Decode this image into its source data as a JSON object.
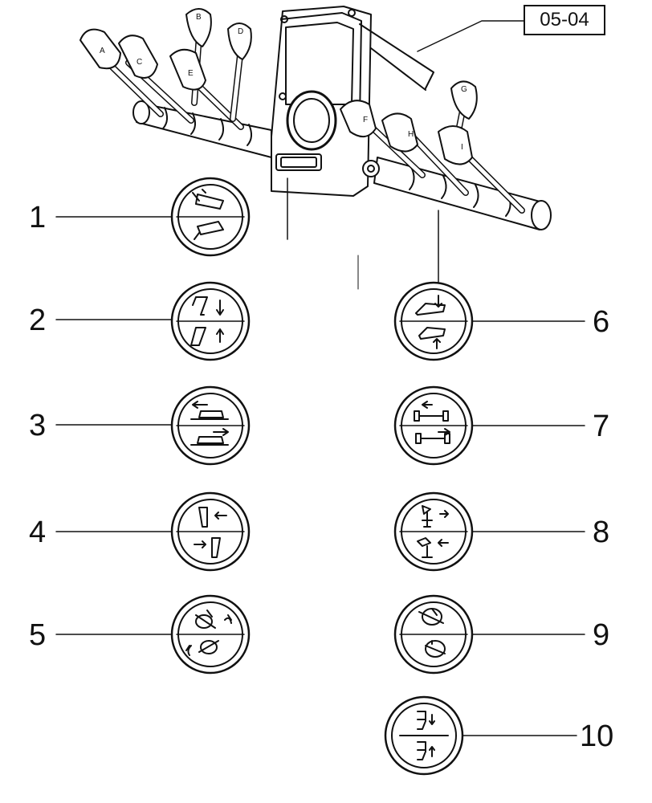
{
  "reference_code": "05-04",
  "lever_labels": [
    "A",
    "C",
    "E",
    "B",
    "D",
    "F",
    "H",
    "G",
    "I"
  ],
  "callouts": [
    {
      "number": "1",
      "icon": "blade-raise-lower-icon"
    },
    {
      "number": "2",
      "icon": "blade-tilt-icon"
    },
    {
      "number": "3",
      "icon": "blade-side-shift-icon"
    },
    {
      "number": "4",
      "icon": "blade-angle-icon"
    },
    {
      "number": "5",
      "icon": "circle-rotate-icon"
    },
    {
      "number": "6",
      "icon": "scarifier-raise-lower-icon"
    },
    {
      "number": "7",
      "icon": "articulation-steer-icon"
    },
    {
      "number": "8",
      "icon": "wheel-lean-icon"
    },
    {
      "number": "9",
      "icon": "circle-side-shift-icon"
    },
    {
      "number": "10",
      "icon": "ripper-raise-lower-icon"
    }
  ]
}
